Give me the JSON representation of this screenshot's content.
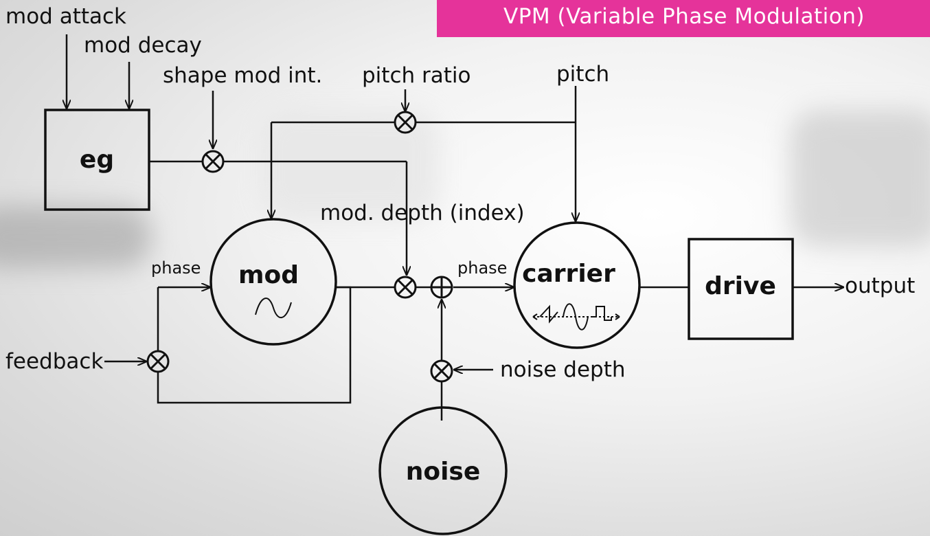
{
  "title": "VPM (Variable Phase Modulation)",
  "diagram": {
    "inputs": {
      "mod_attack": "mod attack",
      "mod_decay": "mod decay",
      "shape_mod_int": "shape mod int.",
      "pitch_ratio": "pitch ratio",
      "pitch": "pitch",
      "mod_depth": "mod. depth (index)",
      "feedback": "feedback",
      "noise_depth": "noise depth"
    },
    "phase_labels": [
      "phase",
      "phase"
    ],
    "nodes": {
      "eg": "eg",
      "mod": "mod",
      "carrier": "carrier",
      "drive": "drive",
      "noise": "noise"
    },
    "output": "output"
  },
  "colors": {
    "banner": "#e5339a",
    "lines": "#111111"
  }
}
